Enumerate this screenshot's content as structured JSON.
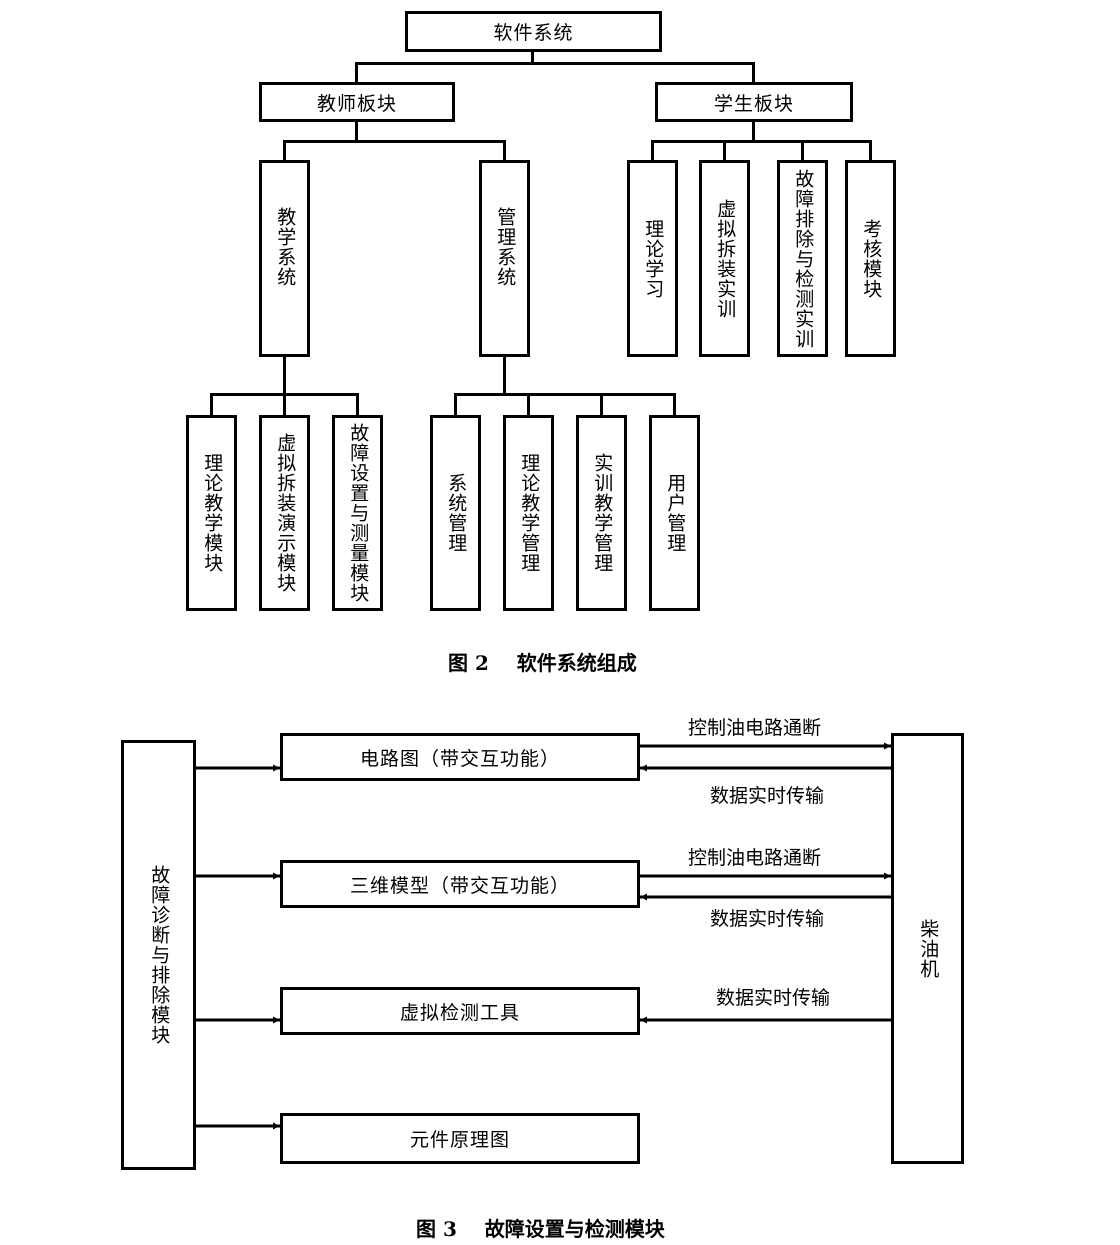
{
  "figure2": {
    "root": "软件系统",
    "teacher": {
      "label": "教师板块",
      "teaching": {
        "label": "教学系统",
        "children": [
          "理论教学模块",
          "虚拟拆装演示模块",
          "故障设置与测量模块"
        ]
      },
      "management": {
        "label": "管理系统",
        "children": [
          "系统管理",
          "理论教学管理",
          "实训教学管理",
          "用户管理"
        ]
      }
    },
    "student": {
      "label": "学生板块",
      "children": [
        "理论学习",
        "虚拟拆装实训",
        "故障排除与检测实训",
        "考核模块"
      ]
    },
    "caption": "图 2    软件系统组成"
  },
  "figure3": {
    "left_module": "故障诊断与排除模块",
    "right_module": "柴油机",
    "middle": [
      "电路图（带交互功能）",
      "三维模型（带交互功能）",
      "虚拟检测工具",
      "元件原理图"
    ],
    "arrow_labels": {
      "control": "控制油电路通断",
      "transfer": "数据实时传输"
    },
    "caption": "图 3    故障设置与检测模块"
  }
}
